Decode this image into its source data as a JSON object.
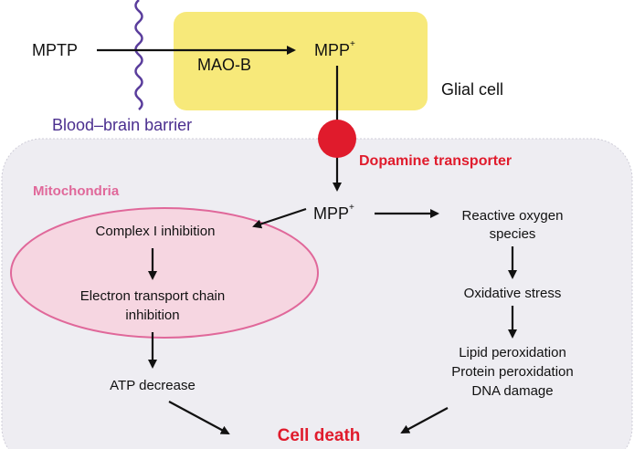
{
  "labels": {
    "mptp": "MPTP",
    "mao_b": "MAO-B",
    "mpp_top": "MPP",
    "mpp_top_sup": "+",
    "glial_cell": "Glial cell",
    "bbb": "Blood–brain barrier",
    "dopamine_transporter": "Dopamine transporter",
    "mitochondria": "Mitochondria",
    "mpp_mid": "MPP",
    "mpp_mid_sup": "+",
    "complex_i": "Complex I inhibition",
    "etc_line1": "Electron transport chain",
    "etc_line2": "inhibition",
    "atp": "ATP decrease",
    "ros_line1": "Reactive oxygen",
    "ros_line2": "species",
    "oxidative": "Oxidative stress",
    "lipid": "Lipid peroxidation",
    "protein": "Protein peroxidation",
    "dna": "DNA damage",
    "cell_death": "Cell death"
  },
  "colors": {
    "glial_fill": "#f7e97a",
    "neuron_fill": "#eeedf2",
    "mito_fill": "#f6d6e1",
    "mito_stroke": "#e0689a",
    "transporter": "#e01b2c",
    "barrier": "#5a3d9c"
  }
}
